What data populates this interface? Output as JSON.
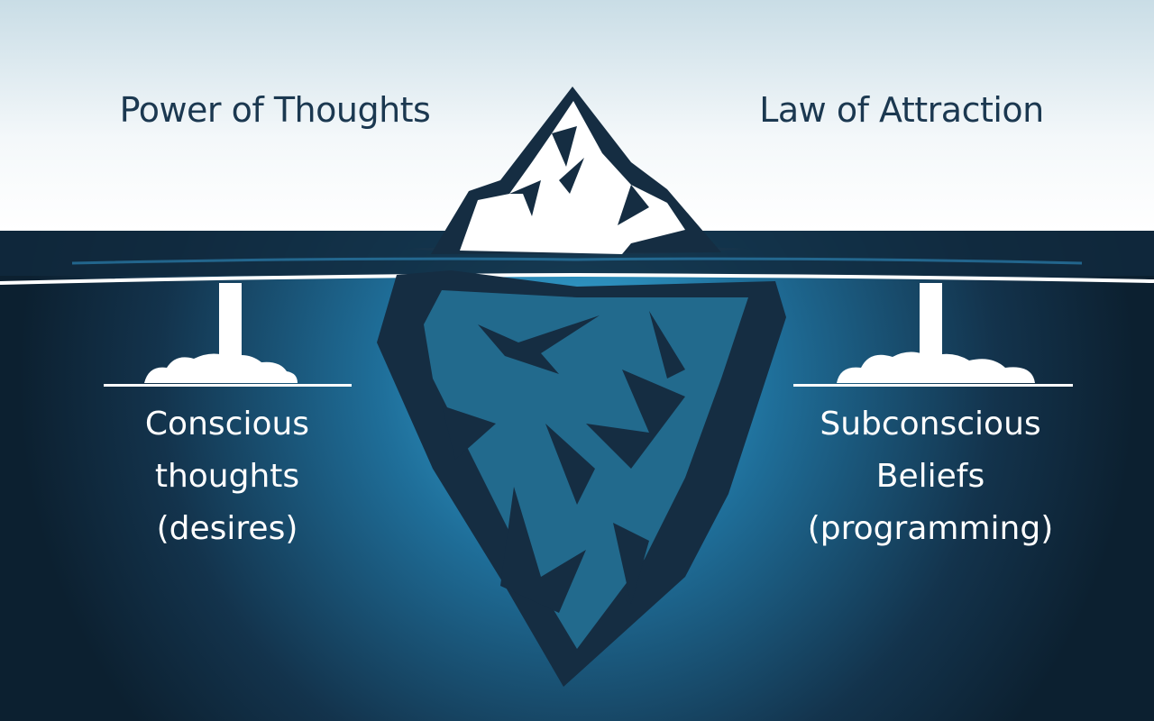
{
  "title_left": "Power of Thoughts",
  "title_right": "Law of Attraction",
  "left_caption": [
    "Conscious",
    "thoughts",
    "(desires)"
  ],
  "right_caption": [
    "Subconscious",
    "Beliefs",
    "(programming)"
  ],
  "colors": {
    "sky_top": "#c9dde6",
    "sky_bottom": "#ffffff",
    "water_dark": "#0e2538",
    "water_glow": "#3aaede",
    "ice_outline": "#152d42",
    "text_dark": "#1b3850"
  }
}
